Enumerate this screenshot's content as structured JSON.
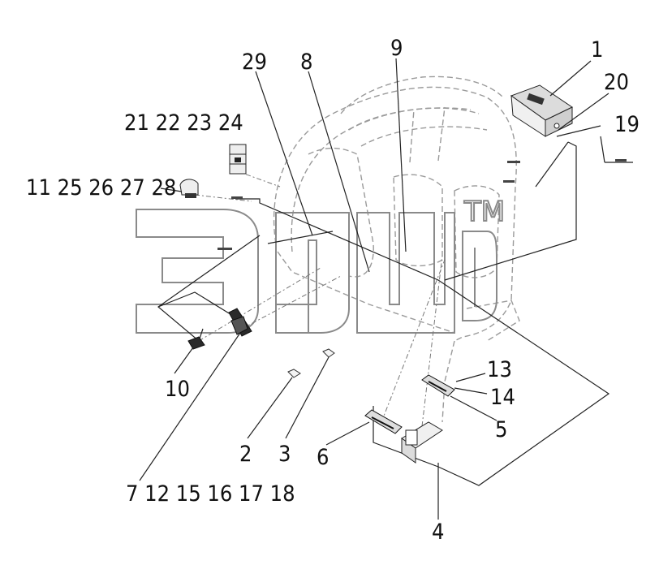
{
  "callouts": {
    "c1": "1",
    "c20": "20",
    "c19": "19",
    "c9": "9",
    "c8": "8",
    "c29": "29",
    "c21_24": "21 22 23 24",
    "c11_28": "11 25 26 27 28",
    "c10": "10",
    "c13": "13",
    "c14": "14",
    "c5": "5",
    "c6": "6",
    "c2": "2",
    "c3": "3",
    "c4": "4",
    "c7_18": "7 12 15 16 17 18"
  },
  "watermark": {
    "trademark": "TM"
  },
  "colors": {
    "line": "#222222",
    "watermark": "#8a8a8a",
    "hidden_lines": "#9a9a9a",
    "background": "#ffffff"
  },
  "icons": {
    "logo": "watermark-logo"
  }
}
